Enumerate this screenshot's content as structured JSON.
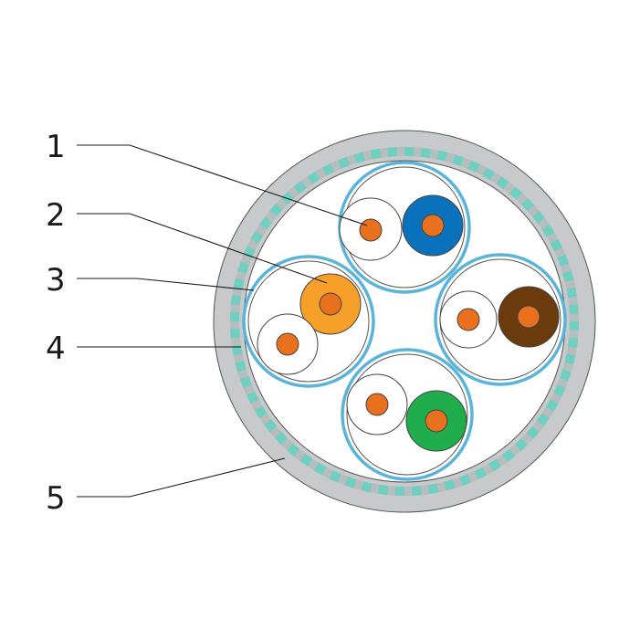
{
  "callouts": [
    {
      "label": "1"
    },
    {
      "label": "2"
    },
    {
      "label": "3"
    },
    {
      "label": "4"
    },
    {
      "label": "5"
    }
  ],
  "colors": {
    "outer_jacket": "#c8c9ca",
    "braid_shield": "#6fcfc0",
    "pair_foil": "#5ab4da",
    "conductor": "#e9711d",
    "pair_blue": "#0a72bd",
    "pair_orange": "#f6a02a",
    "pair_brown": "#6b3a0d",
    "pair_green": "#1fae4b",
    "insulation_white": "#ffffff",
    "outline": "#444444"
  },
  "pairs": [
    {
      "name": "blue-pair",
      "color_key": "pair_blue"
    },
    {
      "name": "orange-pair",
      "color_key": "pair_orange"
    },
    {
      "name": "brown-pair",
      "color_key": "pair_brown"
    },
    {
      "name": "green-pair",
      "color_key": "pair_green"
    }
  ]
}
